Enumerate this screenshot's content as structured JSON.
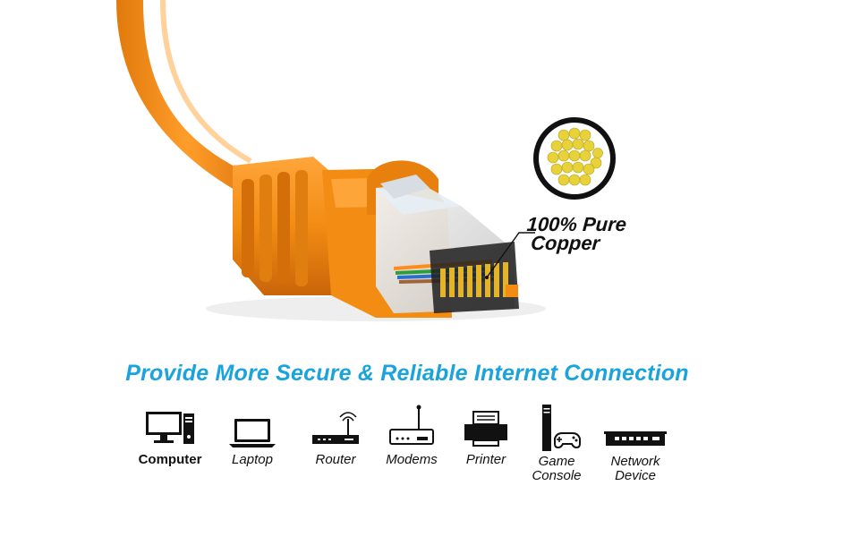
{
  "callout": {
    "line1": "100% Pure",
    "line2": "Copper"
  },
  "headline": "Provide More Secure & Reliable Internet Connection",
  "devices": [
    {
      "label": "Computer",
      "icon": "computer-icon"
    },
    {
      "label": "Laptop",
      "icon": "laptop-icon"
    },
    {
      "label": "Router",
      "icon": "router-icon"
    },
    {
      "label": "Modems",
      "icon": "modem-icon"
    },
    {
      "label": "Printer",
      "icon": "printer-icon"
    },
    {
      "label_line1": "Game",
      "label_line2": "Console",
      "icon": "game-console-icon"
    },
    {
      "label_line1": "Network",
      "label_line2": "Device",
      "icon": "network-device-icon"
    }
  ],
  "colors": {
    "cable": "#f28c13",
    "cable_dark": "#d9730a",
    "copper": "#e8d23a",
    "headline": "#1aa3dc"
  }
}
